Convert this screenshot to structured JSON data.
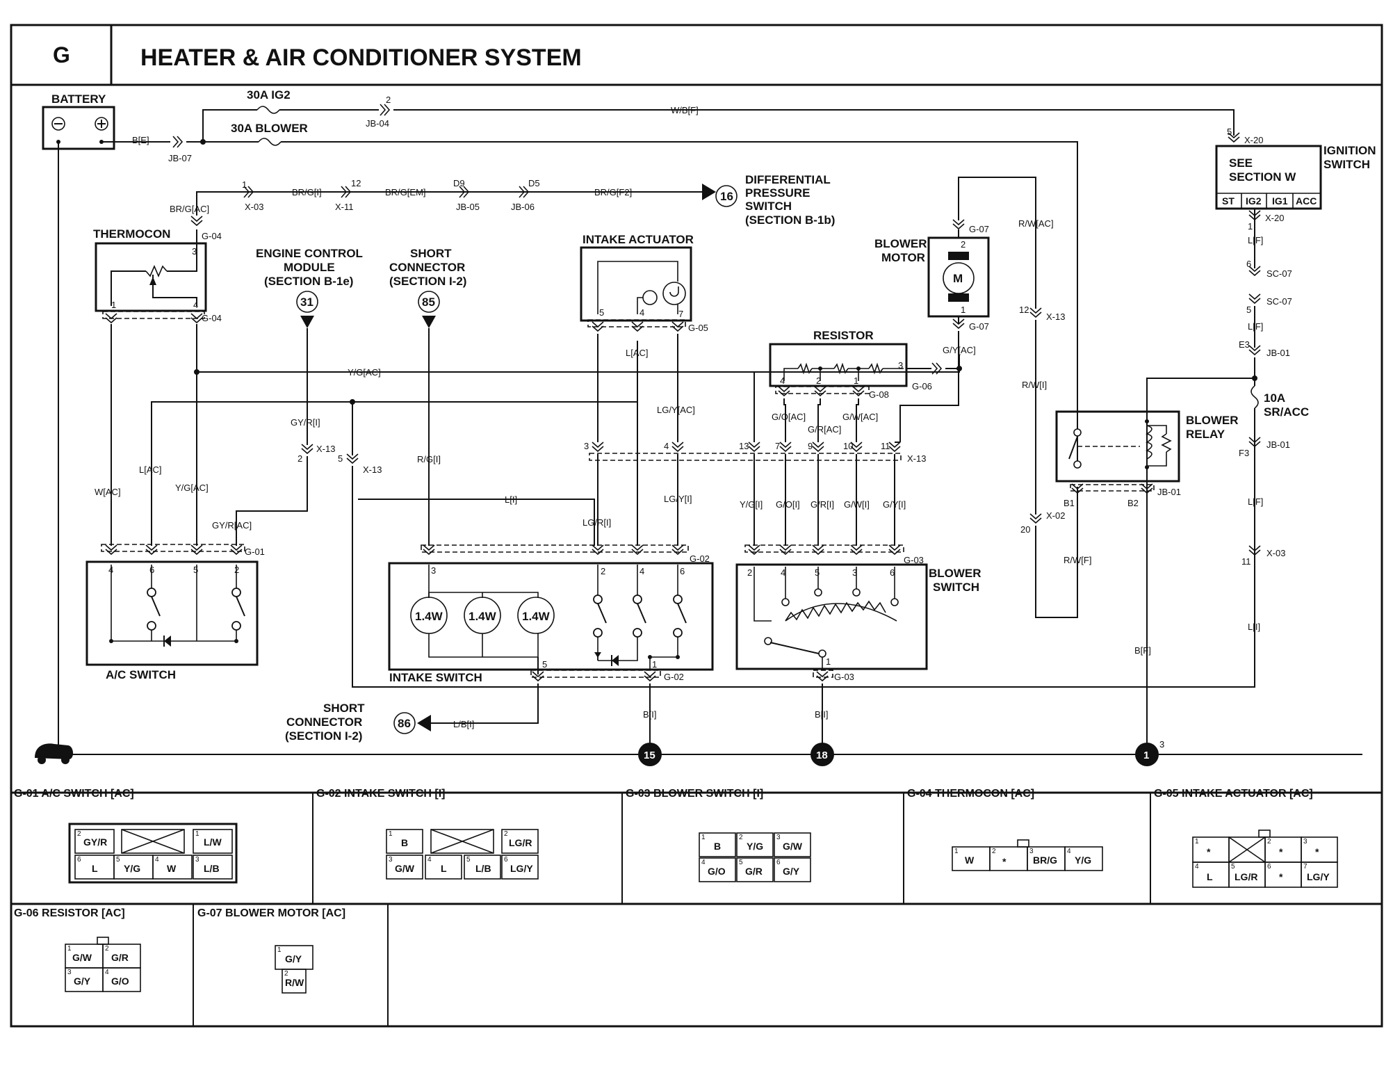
{
  "header": {
    "section_letter": "G",
    "title": "HEATER & AIR CONDITIONER SYSTEM"
  },
  "components": {
    "battery": "BATTERY",
    "fuse_ig2": "30A IG2",
    "fuse_blower": "30A BLOWER",
    "thermocon": "THERMOCON",
    "ecm": [
      "ENGINE CONTROL",
      "MODULE",
      "(SECTION B-1e)"
    ],
    "short_conn_top": [
      "SHORT",
      "CONNECTOR",
      "(SECTION I-2)"
    ],
    "intake_actuator": "INTAKE ACTUATOR",
    "diff_pressure": [
      "DIFFERENTIAL",
      "PRESSURE",
      "SWITCH",
      "(SECTION B-1b)"
    ],
    "blower_motor": [
      "BLOWER",
      "MOTOR"
    ],
    "motor_symbol": "M",
    "resistor": "RESISTOR",
    "ignition_switch": [
      "IGNITION",
      "SWITCH"
    ],
    "see_section": [
      "SEE",
      "SECTION W"
    ],
    "ign_terminals": [
      "ST",
      "IG2",
      "IG1",
      "ACC"
    ],
    "fuse_10a": [
      "10A",
      "SR/ACC"
    ],
    "blower_relay": [
      "BLOWER",
      "RELAY"
    ],
    "ac_switch": "A/C SWITCH",
    "intake_switch": "INTAKE SWITCH",
    "lamp": "1.4W",
    "blower_switch": [
      "BLOWER",
      "SWITCH"
    ],
    "short_conn_bottom": [
      "SHORT",
      "CONNECTOR",
      "(SECTION I-2)"
    ]
  },
  "refs": {
    "ecm": "31",
    "short_top": "85",
    "diff": "16",
    "short_bottom": "86",
    "g1": "15",
    "g2": "18",
    "g3": "1",
    "g3_sup": "3"
  },
  "wires": {
    "b_e": "B[E]",
    "w_b_f": "W/B[F]",
    "br_g_ac": "BR/G[AC]",
    "br_g_i": "BR/G[I]",
    "br_g_em": "BR/G[EM]",
    "br_g_f2": "BR/G[F2]",
    "y_g_ac": "Y/G[AC]",
    "gy_r_i": "GY/R[I]",
    "r_g_i": "R/G[I]",
    "l_ac": "L[AC]",
    "w_ac": "W[AC]",
    "l_ac2": "L[AC]",
    "y_g_ac2": "Y/G[AC]",
    "gy_r_ac": "GY/R[AC]",
    "l_i": "L[I]",
    "lg_y_ac": "LG/Y[AC]",
    "lg_r_i": "LG/R[I]",
    "lg_y_i": "LG/Y[I]",
    "g_y_ac": "G/Y[AC]",
    "g_o_ac": "G/O[AC]",
    "g_r_ac": "G/R[AC]",
    "g_w_ac": "G/W[AC]",
    "y_g_i": "Y/G[I]",
    "g_o_i": "G/O[I]",
    "g_r_i": "G/R[I]",
    "g_w_i": "G/W[I]",
    "g_y_i": "G/Y[I]",
    "r_w_ac": "R/W[AC]",
    "r_w_i": "R/W[I]",
    "r_w_f": "R/W[F]",
    "b_f": "B[F]",
    "l_f1": "L[F]",
    "l_f2": "L[F]",
    "l_f3": "L[F]",
    "l_i2": "L[I]",
    "b_i1": "B[I]",
    "b_i2": "B[I]",
    "l_b_i": "L/B[I]"
  },
  "connectors": {
    "jb07": "JB-07",
    "jb04": "JB-04",
    "x03": "X-03",
    "x11": "X-11",
    "jb05": "JB-05",
    "jb06": "JB-06",
    "g04": "G-04",
    "g05": "G-05",
    "g07": "G-07",
    "g06": "G-06",
    "g08": "G-08",
    "x13": "X-13",
    "x20": "X-20",
    "sc07": "SC-07",
    "jb01": "JB-01",
    "x02": "X-02",
    "g01": "G-01",
    "g02": "G-02",
    "g03": "G-03",
    "d9": "D9",
    "d5": "D5"
  },
  "connector_views": [
    {
      "title": "G-01 A/C SWITCH [AC]",
      "cells": [
        [
          "2",
          "GY/R"
        ],
        [
          "",
          ""
        ],
        [
          "1",
          "L/W"
        ],
        [
          "6",
          "L"
        ],
        [
          "5",
          "Y/G"
        ],
        [
          "4",
          "W"
        ],
        [
          "3",
          "L/B"
        ]
      ]
    },
    {
      "title": "G-02 INTAKE SWITCH [I]",
      "cells": [
        [
          "1",
          "B"
        ],
        [
          "2",
          "LG/R"
        ],
        [
          "3",
          "G/W"
        ],
        [
          "4",
          "L"
        ],
        [
          "5",
          "L/B"
        ],
        [
          "6",
          "LG/Y"
        ]
      ]
    },
    {
      "title": "G-03 BLOWER SWITCH [I]",
      "cells": [
        [
          "1",
          "B"
        ],
        [
          "2",
          "Y/G"
        ],
        [
          "3",
          "G/W"
        ],
        [
          "4",
          "G/O"
        ],
        [
          "5",
          "G/R"
        ],
        [
          "6",
          "G/Y"
        ]
      ]
    },
    {
      "title": "G-04 THERMOCON [AC]",
      "cells": [
        [
          "1",
          "W"
        ],
        [
          "2",
          "*"
        ],
        [
          "3",
          "BR/G"
        ],
        [
          "4",
          "Y/G"
        ]
      ]
    },
    {
      "title": "G-05 INTAKE ACTUATOR [AC]",
      "cells": [
        [
          "1",
          "*"
        ],
        [
          "2",
          "*"
        ],
        [
          "3",
          "*"
        ],
        [
          "4",
          "L"
        ],
        [
          "5",
          "LG/R"
        ],
        [
          "6",
          "*"
        ],
        [
          "7",
          "LG/Y"
        ]
      ]
    },
    {
      "title": "G-06 RESISTOR [AC]",
      "cells": [
        [
          "1",
          "G/W"
        ],
        [
          "2",
          "G/R"
        ],
        [
          "3",
          "G/Y"
        ],
        [
          "4",
          "G/O"
        ]
      ]
    },
    {
      "title": "G-07 BLOWER MOTOR [AC]",
      "cells": [
        [
          "1",
          "G/Y"
        ],
        [
          "2",
          "R/W"
        ]
      ]
    }
  ]
}
